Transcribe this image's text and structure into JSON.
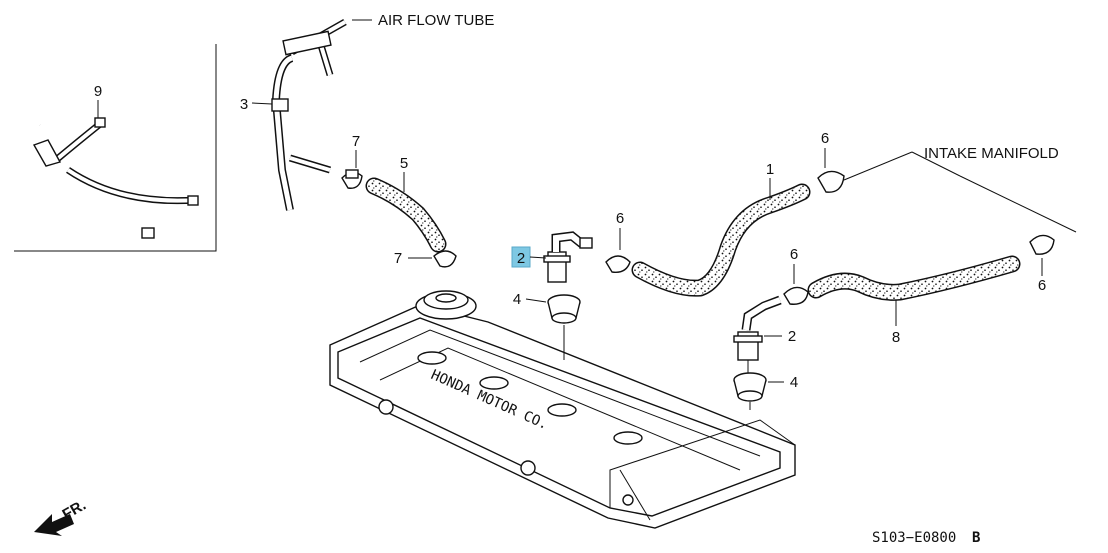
{
  "labels": {
    "air_flow_tube": "AIR FLOW TUBE",
    "intake_manifold": "INTAKE MANIFOLD",
    "front": "FR.",
    "diagram_code": "S103−E0800",
    "diagram_code_suffix": "B",
    "cover_brand": "HONDA MOTOR CO."
  },
  "callouts": [
    {
      "id": "1",
      "highlighted": false
    },
    {
      "id": "2",
      "highlighted": true
    },
    {
      "id": "2",
      "highlighted": false
    },
    {
      "id": "3",
      "highlighted": false
    },
    {
      "id": "4",
      "highlighted": false
    },
    {
      "id": "4",
      "highlighted": false
    },
    {
      "id": "5",
      "highlighted": false
    },
    {
      "id": "6",
      "highlighted": false
    },
    {
      "id": "6",
      "highlighted": false
    },
    {
      "id": "6",
      "highlighted": false
    },
    {
      "id": "6",
      "highlighted": false
    },
    {
      "id": "7",
      "highlighted": false
    },
    {
      "id": "7",
      "highlighted": false
    },
    {
      "id": "8",
      "highlighted": false
    },
    {
      "id": "9",
      "highlighted": false
    }
  ],
  "colors": {
    "line": "#111111",
    "highlight": "#7ec8e3",
    "background": "#ffffff"
  }
}
